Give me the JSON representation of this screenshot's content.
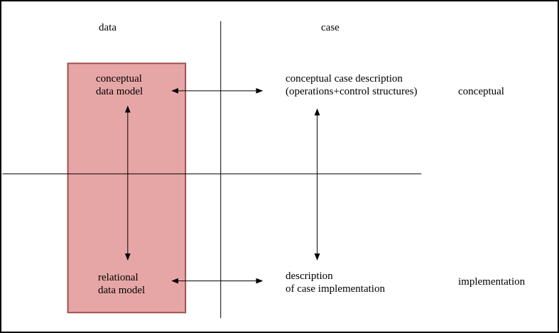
{
  "diagram": {
    "column_headers": {
      "data": "data",
      "case": "case"
    },
    "row_labels": {
      "conceptual": "conceptual",
      "implementation": "implementation"
    },
    "data_box": {
      "top_line1": "conceptual",
      "top_line2": "data model",
      "bottom_line1": "relational",
      "bottom_line2": "data model"
    },
    "case_column": {
      "top_line1": "conceptual case description",
      "top_line2": "(operations+control structures)",
      "bottom_line1": "description",
      "bottom_line2": "of case implementation"
    },
    "colors": {
      "box_fill": "#e7a6a6",
      "box_border": "#a24e4e",
      "line_color": "#000000"
    }
  }
}
